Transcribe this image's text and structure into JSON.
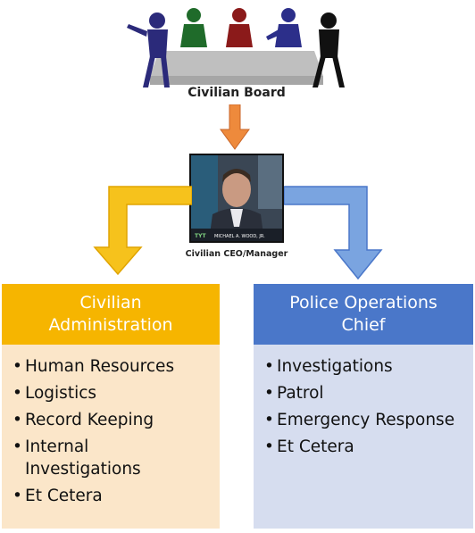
{
  "board": {
    "label": "Civilian Board"
  },
  "ceo": {
    "label": "Civilian CEO/Manager",
    "photo_caption": "MICHAEL A. WOOD, JR."
  },
  "administration": {
    "title_line1": "Civilian",
    "title_line2": "Administration",
    "items": [
      "Human Resources",
      "Logistics",
      "Record Keeping",
      "Internal Investigations",
      "Et Cetera"
    ]
  },
  "police": {
    "title_line1": "Police Operations",
    "title_line2": "Chief",
    "items": [
      "Investigations",
      "Patrol",
      "Emergency Response",
      "Et Cetera"
    ]
  },
  "colors": {
    "admin_accent": "#f6b500",
    "admin_fill": "#fbe6c9",
    "police_accent": "#4a77c9",
    "police_fill": "#d6ddef",
    "board_arrow": "#ee8a3c"
  }
}
